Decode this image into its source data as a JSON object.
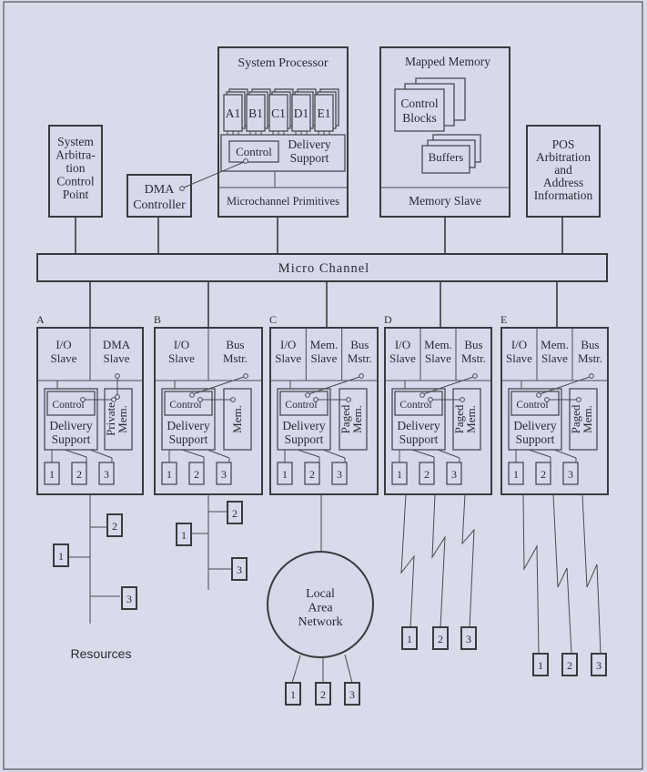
{
  "top_components": {
    "system_arbitration": {
      "lines": [
        "System",
        "Arbitra-",
        "tion",
        "Control",
        "Point"
      ]
    },
    "dma_controller": {
      "lines": [
        "DMA",
        "Controller"
      ]
    },
    "system_processor": {
      "title": "System Processor",
      "queues": [
        "A1",
        "B1",
        "C1",
        "D1",
        "E1"
      ],
      "control": "Control",
      "delivery_support": [
        "Delivery",
        "Support"
      ],
      "primitives": "Microchannel Primitives"
    },
    "mapped_memory": {
      "title": "Mapped Memory",
      "control_blocks": [
        "Control",
        "Blocks"
      ],
      "buffers": "Buffers",
      "memory_slave": "Memory Slave"
    },
    "pos_arbitration": {
      "lines": [
        "POS",
        "Arbitration",
        "and",
        "Address",
        "Information"
      ]
    }
  },
  "bus": {
    "label": "Micro Channel"
  },
  "adapters": [
    {
      "id": "A",
      "ports": [
        [
          "I/O",
          "Slave"
        ],
        [
          "DMA",
          "Slave"
        ]
      ],
      "control": "Control",
      "delivery_support": [
        "Delivery",
        "Support"
      ],
      "memory": [
        "Private",
        "Mem."
      ],
      "resources": [
        "1",
        "2",
        "3"
      ]
    },
    {
      "id": "B",
      "ports": [
        [
          "I/O",
          "Slave"
        ],
        [
          "Bus",
          "Mstr."
        ]
      ],
      "control": "Control",
      "delivery_support": [
        "Delivery",
        "Support"
      ],
      "memory": [
        "Mem."
      ],
      "resources": [
        "1",
        "2",
        "3"
      ]
    },
    {
      "id": "C",
      "ports": [
        [
          "I/O",
          "Slave"
        ],
        [
          "Mem.",
          "Slave"
        ],
        [
          "Bus",
          "Mstr."
        ]
      ],
      "control": "Control",
      "delivery_support": [
        "Delivery",
        "Support"
      ],
      "memory": [
        "Paged",
        "Mem."
      ],
      "resources": [
        "1",
        "2",
        "3"
      ]
    },
    {
      "id": "D",
      "ports": [
        [
          "I/O",
          "Slave"
        ],
        [
          "Mem.",
          "Slave"
        ],
        [
          "Bus",
          "Mstr."
        ]
      ],
      "control": "Control",
      "delivery_support": [
        "Delivery",
        "Support"
      ],
      "memory": [
        "Paged",
        "Mem."
      ],
      "resources": [
        "1",
        "2",
        "3"
      ]
    },
    {
      "id": "E",
      "ports": [
        [
          "I/O",
          "Slave"
        ],
        [
          "Mem.",
          "Slave"
        ],
        [
          "Bus",
          "Mstr."
        ]
      ],
      "control": "Control",
      "delivery_support": [
        "Delivery",
        "Support"
      ],
      "memory": [
        "Paged",
        "Mem."
      ],
      "resources": [
        "1",
        "2",
        "3"
      ]
    }
  ],
  "external": {
    "a_resources": [
      "1",
      "2",
      "3"
    ],
    "b_resources": [
      "1",
      "2",
      "3"
    ],
    "lan": {
      "lines": [
        "Local",
        "Area",
        "Network"
      ],
      "resources": [
        "1",
        "2",
        "3"
      ]
    },
    "d_resources": [
      "1",
      "2",
      "3"
    ],
    "e_resources": [
      "1",
      "2",
      "3"
    ]
  },
  "caption": "Resources",
  "colors": {
    "background": "#d8dbe9",
    "box_fill": "#d6d9ea",
    "stroke": "#3a3a40",
    "text": "#2b2b33"
  }
}
